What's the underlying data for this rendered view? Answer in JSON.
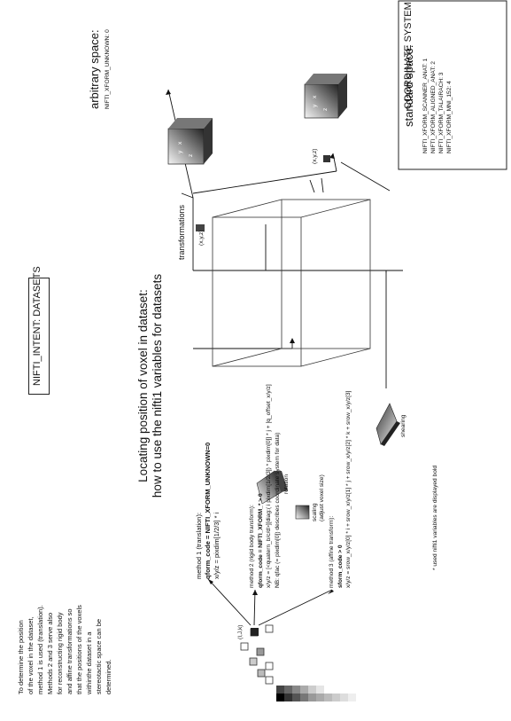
{
  "intent_label": "NIFTI_INTENT: DATASETS",
  "title": {
    "line1": "Locating position of voxel in dataset:",
    "line2": "how to use the nifti1 variables for datasets"
  },
  "description": [
    "To determine the position",
    "of the voxel in the dataset,",
    "method 1 is used (translation).",
    "Methods 2 and 3 serve also",
    "for reconstructing rigid body",
    "and affine transformations so",
    "that the positions of the voxels",
    "withinthe dataset in a",
    "stereotactic space can be",
    "determined."
  ],
  "voxel_label": "(I,J,k)",
  "method1": {
    "heading": "method 1 (translation):",
    "code": "qform_code = NIFTI_XFORM_UNKNOWN=0",
    "formula": "x/y/z = pixdim[1/2/3] * i"
  },
  "method2": {
    "heading": "method 2 (rigid body transform):",
    "code": "qform_code = NIFTI_XFORM_* > 0",
    "formula": "x/y/z = [<quatern_b/c/d>][diag:( i pixdim[1/2/3]) * pixdim[0]] * j + [q_offset_x/y/z]",
    "note": "NB: qfac (= pixdim[0]) describes coordinate system for data)"
  },
  "method3": {
    "heading": "method 3 (affine transform):",
    "code": "sform_code > 0",
    "formula": "x/y/z = srow_x/y/z[0] * i + srow_x/y/z[1] * j + srow_x/y/z[2] * k + srow_x/y/z[3]"
  },
  "footnote": "* used nifti1 variables are displayed bold",
  "transformations_label": "transformations",
  "xyz_label": "(x,y,z)",
  "xyz_label2": "(x,y,z)",
  "rotation_label": "rotation",
  "scaling_label": "scaling",
  "scaling_sub": "(adjust voxel size)",
  "shearing_label": "shearing",
  "coord_system": {
    "title": "COORDINATE SYSTEM",
    "arbitrary_title": "arbitrary space:",
    "arbitrary_code": "NIFTI_XFORM_UNKNOWN: 0",
    "standard_title": "standard space:",
    "standard_codes": [
      "NIFTI_XFORM_SCANNER_ANAT: 1",
      "NIFTI_XFORM_ALIGNED_ANAT: 2",
      "NIFTI_XFORM_TALAIRACH: 3",
      "NIFTI_XFORM_MNI_152: 4"
    ]
  },
  "cube_axes": {
    "x": "x",
    "y": "y",
    "z": "z"
  }
}
